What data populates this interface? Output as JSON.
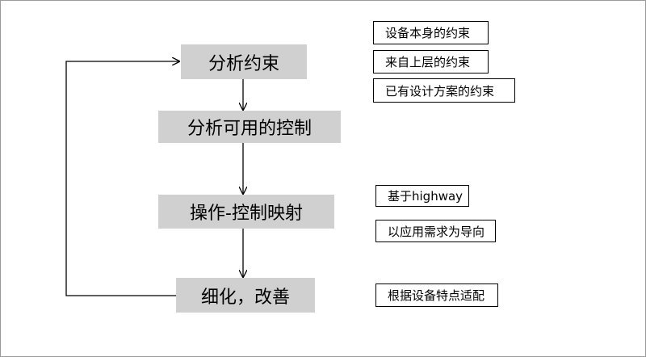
{
  "flowchart": {
    "steps": [
      {
        "label": "分析约束"
      },
      {
        "label": "分析可用的控制"
      },
      {
        "label": "操作-控制映射"
      },
      {
        "label": "细化，改善"
      }
    ]
  },
  "notes": {
    "group1": [
      "设备本身的约束",
      "来自上层的约束",
      "已有设计方案的约束"
    ],
    "group2": [
      "基于highway",
      "以应用需求为导向"
    ],
    "group3": [
      "根据设备特点适配"
    ]
  },
  "colors": {
    "step_fill": "#d0d0d0",
    "line": "#000000",
    "background": "#ffffff"
  }
}
